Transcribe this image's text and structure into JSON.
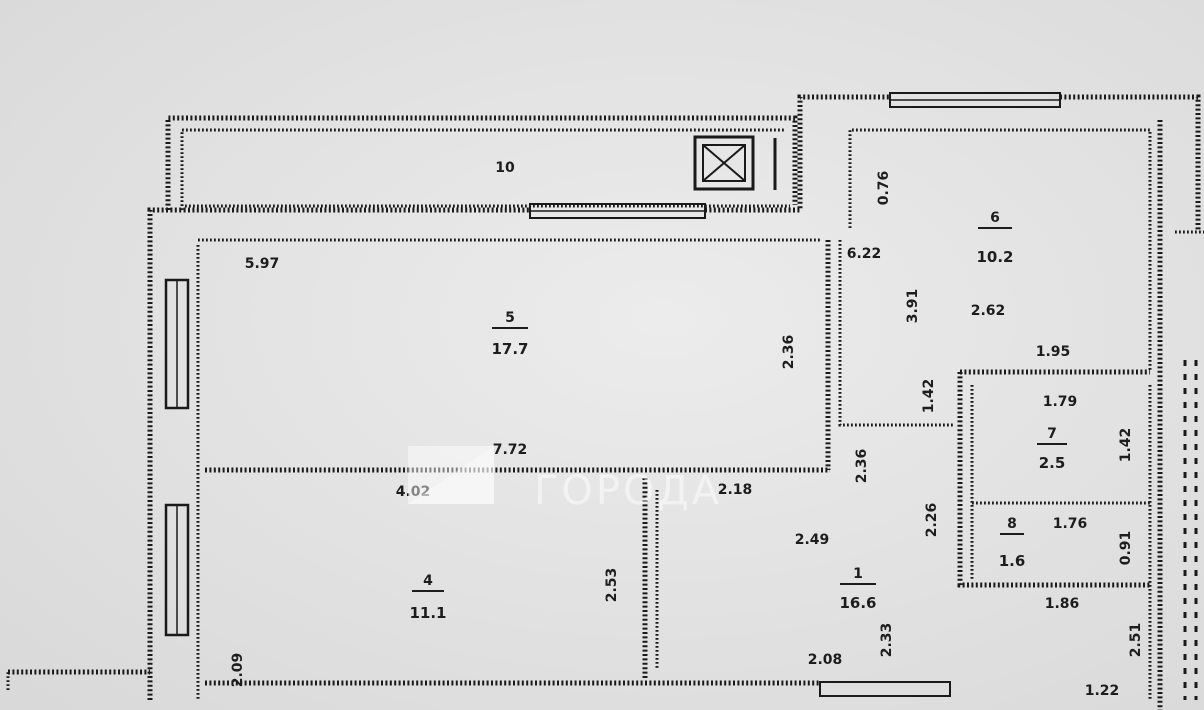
{
  "rooms": [
    {
      "id": "r10",
      "number": "10"
    },
    {
      "id": "r5",
      "number": "5",
      "area": "17.7"
    },
    {
      "id": "r6",
      "number": "6",
      "area": "10.2"
    },
    {
      "id": "r7",
      "number": "7",
      "area": "2.5"
    },
    {
      "id": "r8",
      "number": "8",
      "area": "1.6"
    },
    {
      "id": "r4",
      "number": "4",
      "area": "11.1"
    },
    {
      "id": "r1",
      "number": "1",
      "area": "16.6"
    }
  ],
  "dimensions": {
    "d_597": "5.97",
    "d_772": "7.72",
    "d_236_r5": "2.36",
    "d_222": "6.22",
    "d_391": "3.91",
    "d_262": "2.62",
    "d_076": "0.76",
    "d_195": "1.95",
    "d_179": "1.79",
    "d_142": "1.42",
    "d_176": "1.76",
    "d_186": "1.86",
    "d_091": "0.91",
    "d_402": "4.02",
    "d_253": "2.53",
    "d_236_mid": "2.36",
    "d_249": "2.49",
    "d_226": "2.26",
    "d_233": "2.33",
    "d_218": "2.18",
    "d_208": "2.08",
    "d_209": "2.09",
    "d_122": "1.22",
    "d_251": "2.51"
  },
  "watermark": {
    "text": "ГОРОДА"
  }
}
